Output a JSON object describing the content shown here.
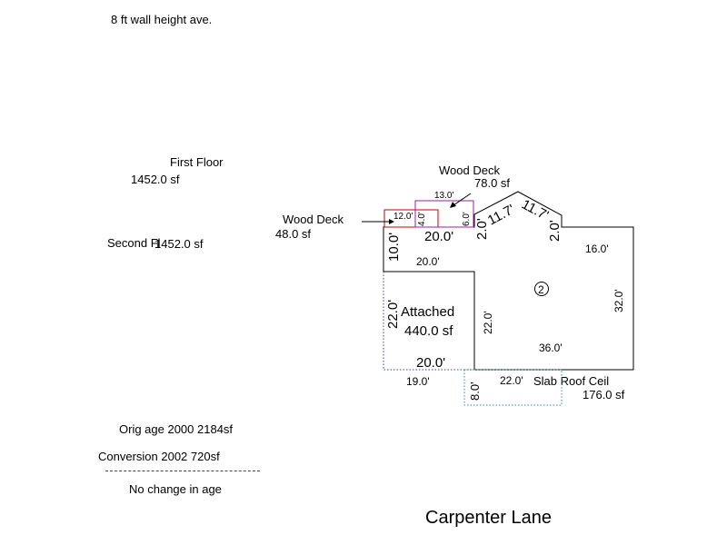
{
  "notes": {
    "wall_height": "8 ft wall height ave.",
    "first_floor_label": "First Floor",
    "first_floor_area": "1452.0 sf",
    "second_floor_label": "Second Fl",
    "second_floor_area": "1452.0 sf",
    "orig_age": "Orig age 2000  2184sf",
    "conversion": "Conversion  2002  720sf",
    "no_change": "No change in age",
    "street": "Carpenter Lane"
  },
  "decks": {
    "left": {
      "label": "Wood Deck",
      "area": "48.0 sf",
      "width": "12.0'",
      "depth": "4.0'"
    },
    "right": {
      "label": "Wood Deck",
      "area": "78.0 sf",
      "width": "13.0'",
      "depth": "6.0'"
    }
  },
  "house": {
    "top_width": "20.0'",
    "left_wall": "10.0'",
    "inner_top": "20.0'",
    "bay_left": "2.0'",
    "bay_diag_left": "11.7'",
    "bay_diag_right": "11.7'",
    "bay_right": "2.0'",
    "right_top": "16.0'",
    "right_wall": "32.0'",
    "inner_left": "22.0'",
    "bottom": "36.0'",
    "marker": "2"
  },
  "garage": {
    "label": "Attached",
    "area": "440.0 sf",
    "side": "22.0'",
    "bottom_inside": "20.0'",
    "bottom_outside": "19.0'"
  },
  "slab": {
    "label": "Slab Roof Ceil",
    "area": "176.0 sf",
    "width": "22.0'",
    "depth": "8.0'"
  },
  "colors": {
    "outline": "#000000",
    "deck_left": "#c00000",
    "deck_right": "#9b1f9b",
    "garage_dotted": "#3b3bb0",
    "slab_dotted": "#2f8f8f"
  }
}
